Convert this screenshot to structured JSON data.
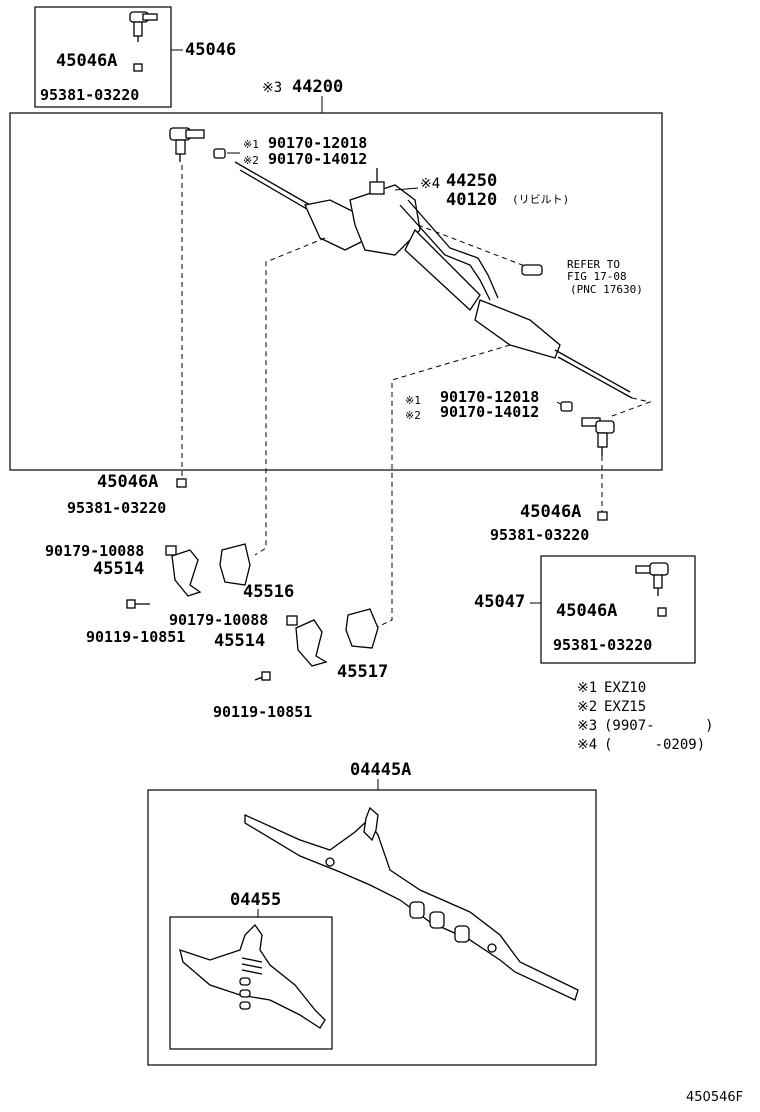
{
  "kit_45046": {
    "part": "45046A",
    "bolt": "95381-03220",
    "assembly": "45046"
  },
  "gear_assembly": {
    "mark": "※3",
    "number": "44200"
  },
  "tie_end_upper": {
    "note1_mark": "※1",
    "note1_part": "90170-12018",
    "note2_mark": "※2",
    "note2_part": "90170-14012"
  },
  "valve": {
    "mark": "※4",
    "number": "44250",
    "sub_number": "40120",
    "sub_note": "(リビルト)"
  },
  "refer": {
    "line1": "REFER TO",
    "line2": "FIG 17-08",
    "line3": "(PNC 17630)"
  },
  "tie_end_lower": {
    "note1_mark": "※1",
    "note1_part": "90170-12018",
    "note2_mark": "※2",
    "note2_part": "90170-14012"
  },
  "left_end": {
    "part": "45046A",
    "bolt": "95381-03220"
  },
  "right_end": {
    "part": "45046A",
    "bolt": "95381-03220"
  },
  "brackets": {
    "upper_nut": "90179-10088",
    "upper_bracket": "45514",
    "upper_bolt": "90119-10851",
    "lower_nut": "90179-10088",
    "lower_bracket": "45514",
    "lower_bolt": "90119-10851",
    "grommet_a": "45516",
    "grommet_b": "45517"
  },
  "kit_45047": {
    "assembly": "45047",
    "part": "45046A",
    "bolt": "95381-03220"
  },
  "legend": [
    {
      "mark": "※1",
      "text": "EXZ10"
    },
    {
      "mark": "※2",
      "text": "EXZ15"
    },
    {
      "mark": "※3",
      "text": "(9907-      )"
    },
    {
      "mark": "※4",
      "text": "(     -0209)"
    }
  ],
  "housing_kit": {
    "number": "04445A",
    "inner_number": "04455"
  },
  "figure_id": "450546F"
}
